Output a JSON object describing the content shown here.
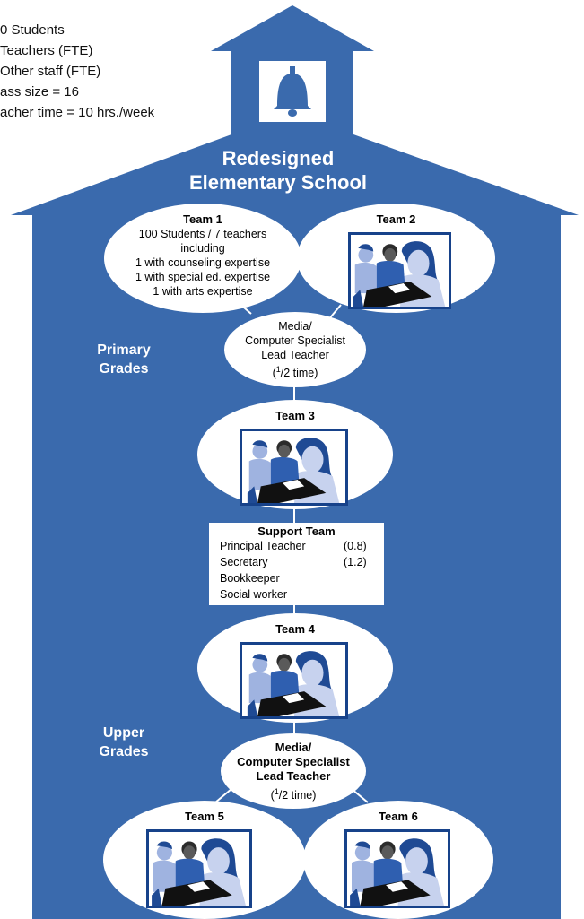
{
  "colors": {
    "building": "#3a6aad",
    "picture_frame": "#17428a"
  },
  "stats": [
    "0 Students",
    " Teachers (FTE)",
    "Other staff (FTE)",
    "ass size = 16",
    "acher time = 10 hrs./week"
  ],
  "bell_icon": "bell-icon",
  "school_title": [
    "Redesigned",
    "Elementary School"
  ],
  "primary_label": [
    "Primary",
    "Grades"
  ],
  "upper_label": [
    "Upper",
    "Grades"
  ],
  "team1": {
    "title": "Team 1",
    "lines": [
      "100 Students / 7 teachers",
      "including",
      "1 with counseling expertise",
      "1 with special ed. expertise",
      "1 with arts expertise"
    ]
  },
  "team2": {
    "title": "Team 2"
  },
  "team3": {
    "title": "Team 3"
  },
  "team4": {
    "title": "Team 4"
  },
  "team5": {
    "title": "Team 5"
  },
  "team6": {
    "title": "Team 6"
  },
  "media_primary": {
    "lines": [
      "Media/",
      "Computer Specialist",
      "Lead Teacher"
    ],
    "time_open": "(",
    "time_num": "1",
    "time_rest": "/2 time)"
  },
  "media_upper": {
    "lines": [
      "Media/",
      "Computer Specialist",
      "Lead Teacher"
    ],
    "time_open": "(",
    "time_num": "1",
    "time_rest": "/2 time)"
  },
  "support": {
    "title": "Support Team",
    "rows": [
      {
        "label": "Principal Teacher",
        "value": "(0.8)"
      },
      {
        "label": "Secretary",
        "value": "(1.2)"
      },
      {
        "label": "Bookkeeper",
        "value": ""
      },
      {
        "label": "Social worker",
        "value": ""
      }
    ]
  }
}
